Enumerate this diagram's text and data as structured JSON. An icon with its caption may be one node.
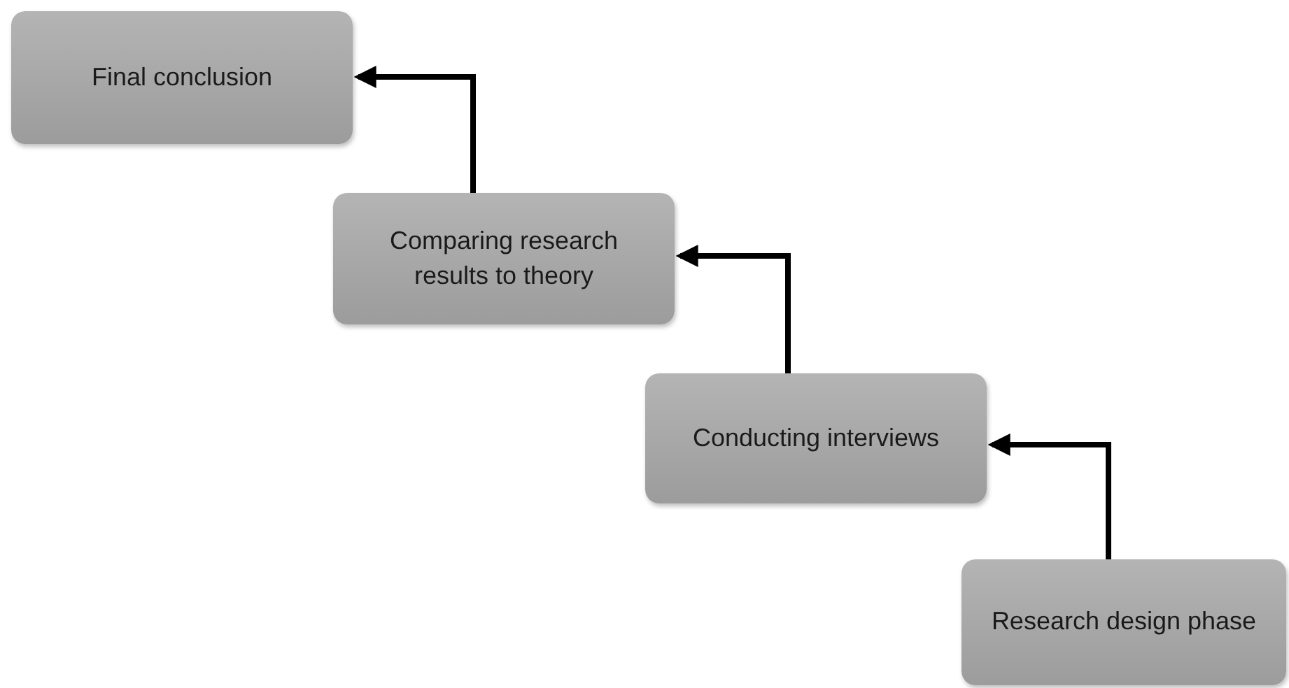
{
  "diagram": {
    "nodes": [
      {
        "text": [
          "Final conclusion"
        ]
      },
      {
        "text": [
          "Comparing research results to theory"
        ]
      },
      {
        "text": [
          "Conducting interviews"
        ]
      },
      {
        "text": [
          "Research design phase"
        ]
      }
    ],
    "edges": [
      {
        "from": 3,
        "to": 2,
        "arrow": "to"
      },
      {
        "from": 2,
        "to": 1,
        "arrow": "to"
      },
      {
        "from": 1,
        "to": 0,
        "arrow": "to"
      }
    ]
  }
}
